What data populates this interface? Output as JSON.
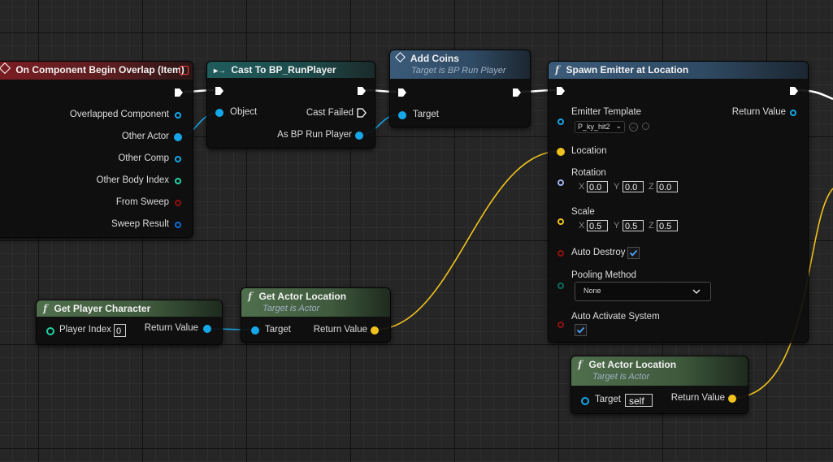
{
  "nodes": {
    "overlap": {
      "title": "On Component Begin Overlap (Item)",
      "pins": [
        "Overlapped Component",
        "Other Actor",
        "Other Comp",
        "Other Body Index",
        "From Sweep",
        "Sweep Result"
      ]
    },
    "cast": {
      "title": "Cast To BP_RunPlayer",
      "object": "Object",
      "cast_failed": "Cast Failed",
      "as_player": "As BP Run Player"
    },
    "add_coins": {
      "title": "Add Coins",
      "subtitle": "Target is BP Run Player",
      "target": "Target"
    },
    "spawn": {
      "title": "Spawn Emitter at Location",
      "emitter_template": "Emitter Template",
      "emitter_value": "P_ky_hit2",
      "return_value": "Return Value",
      "location": "Location",
      "rotation": "Rotation",
      "rotation_xyz": [
        "0.0",
        "0.0",
        "0.0"
      ],
      "scale": "Scale",
      "scale_xyz": [
        "0.5",
        "0.5",
        "0.5"
      ],
      "axis_labels": [
        "X",
        "Y",
        "Z"
      ],
      "auto_destroy": "Auto Destroy",
      "pooling_method": "Pooling Method",
      "pooling_value": "None",
      "auto_activate": "Auto Activate System"
    },
    "get_player": {
      "title": "Get Player Character",
      "player_index": "Player Index",
      "player_index_value": "0",
      "return_value": "Return Value"
    },
    "get_loc1": {
      "title": "Get Actor Location",
      "subtitle": "Target is Actor",
      "target": "Target",
      "return_value": "Return Value"
    },
    "get_loc2": {
      "title": "Get Actor Location",
      "subtitle": "Target is Actor",
      "target": "Target",
      "target_value": "self",
      "return_value": "Return Value"
    }
  },
  "colors": {
    "object_pin": "#16a7e8",
    "vector_pin": "#f0c21d",
    "rotator_pin": "#9fb3ea",
    "bool_pin": "#8f1111",
    "int_pin": "#1fd3a3",
    "byte_pin": "#0b6b5a",
    "struct_pin": "#0e6cd8",
    "exec_pin": "#ffffff"
  }
}
